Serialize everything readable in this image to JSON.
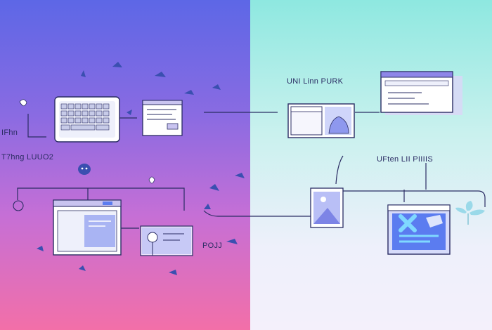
{
  "labels": {
    "top_right_heading": "UNI Linn PURK",
    "mid_right_heading": "UFten LII PIIIIS",
    "left_label_1": "IFhn",
    "left_label_2": "T7hng LUUO2",
    "bottom_label": "POJJ"
  },
  "icons": [
    "keyboard-icon",
    "document-window-icon",
    "browser-window-icon",
    "folder-image-icon",
    "webpage-card-icon",
    "chat-window-icon",
    "id-card-icon",
    "image-window-icon",
    "close-window-icon",
    "bird-icon",
    "leaf-icon"
  ],
  "colors": {
    "left_top": "#5d67e6",
    "left_bottom": "#f36fa8",
    "right_top": "#8ee8e0",
    "right_bottom": "#f4f0fb",
    "ink": "#2a2c63",
    "accent_blue": "#5b7cf0",
    "accent_cyan": "#7fd8ff"
  }
}
